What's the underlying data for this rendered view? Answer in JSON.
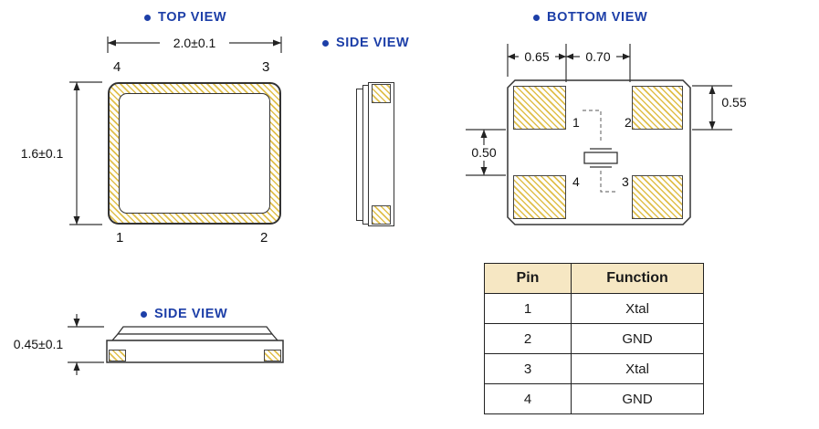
{
  "colors": {
    "accent_blue": "#1d3fa8",
    "hatch_gold": "#e0bf4b",
    "line": "#333333",
    "table_header_bg": "#f6e7c3"
  },
  "views": {
    "top_view": {
      "label": "TOP VIEW",
      "dim_width": "2.0±0.1",
      "dim_height": "1.6±0.1",
      "pin_top_left": "4",
      "pin_top_right": "3",
      "pin_bottom_left": "1",
      "pin_bottom_right": "2"
    },
    "side_view_right": {
      "label": "SIDE VIEW"
    },
    "bottom_view": {
      "label": "BOTTOM VIEW",
      "dim_pad_width": "0.65",
      "dim_pad_pitch": "0.70",
      "dim_pad_height": "0.55",
      "dim_pad_gap": "0.50",
      "pin_1": "1",
      "pin_2": "2",
      "pin_3": "3",
      "pin_4": "4"
    },
    "side_view_front": {
      "label": "SIDE VIEW",
      "dim_thickness": "0.45±0.1"
    }
  },
  "pin_table": {
    "headers": [
      "Pin",
      "Function"
    ],
    "rows": [
      {
        "pin": "1",
        "function": "Xtal"
      },
      {
        "pin": "2",
        "function": "GND"
      },
      {
        "pin": "3",
        "function": "Xtal"
      },
      {
        "pin": "4",
        "function": "GND"
      }
    ]
  }
}
